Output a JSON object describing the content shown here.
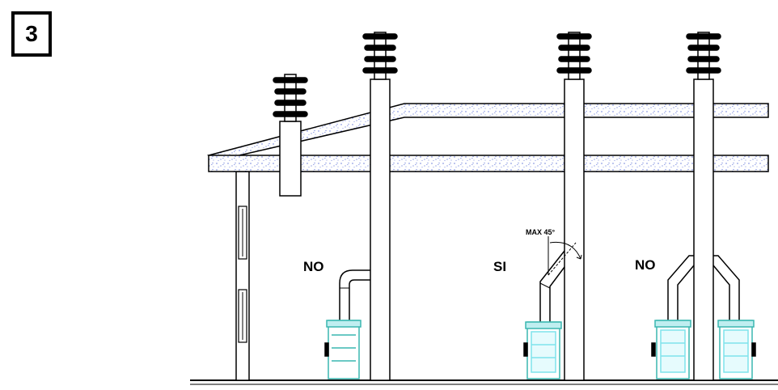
{
  "figure_number": "3",
  "labels": {
    "left_case": "NO",
    "middle_case": "SI",
    "right_case": "NO",
    "max_angle": "MAX 45°"
  },
  "colors": {
    "line": "#000000",
    "insulation_dots": "#5b6fd6",
    "stove_accent": "#3ab7b0",
    "stove_glass": "#7fe3ec"
  },
  "icons": {
    "chimney_cap": "insulator-cap-icon",
    "stove": "stove-icon",
    "angle_arc": "angle-arc-icon"
  }
}
